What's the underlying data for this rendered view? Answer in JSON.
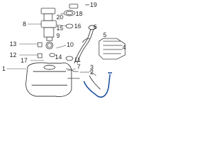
{
  "diagram": {
    "callouts": {
      "c1": "1",
      "c2": "2",
      "c3": "3",
      "c4": "4",
      "c5": "5",
      "c6": "6",
      "c7": "7",
      "c8": "8",
      "c9": "9",
      "c10": "10",
      "c11": "11",
      "c12": "12",
      "c13": "13",
      "c14": "14",
      "c15": "15",
      "c16": "16",
      "c17": "17",
      "c18": "18",
      "c19": "19",
      "c20": "20"
    },
    "colors": {
      "line": "#3a3a3a",
      "highlight": "#1b4f9b",
      "text": "#222222"
    }
  }
}
